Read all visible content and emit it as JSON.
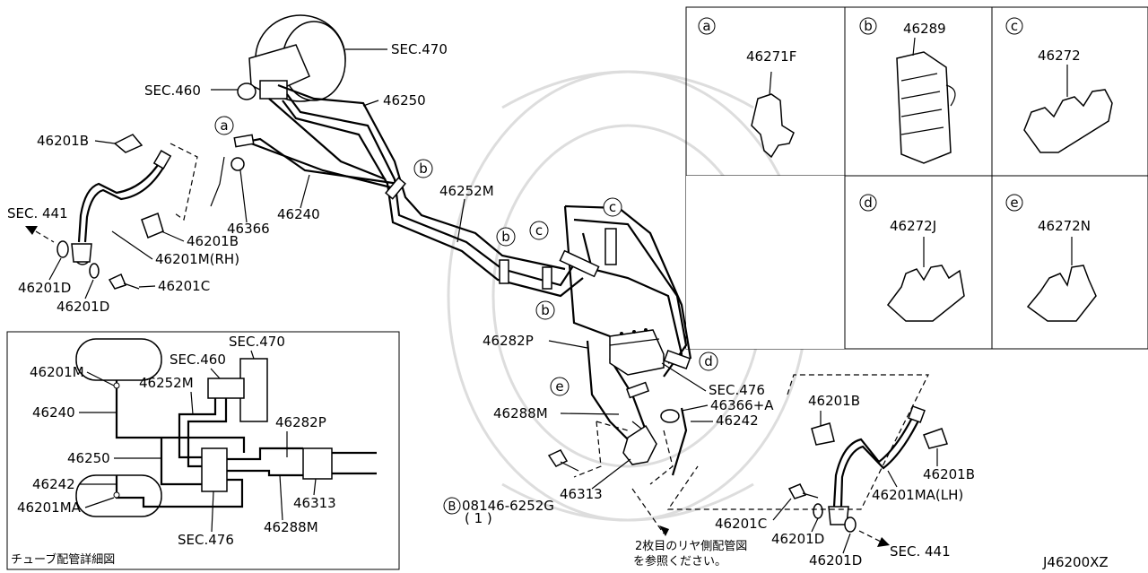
{
  "labels": {
    "sec470_top": "SEC.470",
    "sec460_top": "SEC.460",
    "p46250_top": "46250",
    "p46201B_left": "46201B",
    "sec441_left": "SEC. 441",
    "p46366": "46366",
    "p46240_top": "46240",
    "p46201B_left2": "46201B",
    "p46201M_rh": "46201M(RH)",
    "p46201D_l1": "46201D",
    "p46201C_l": "46201C",
    "p46201D_l2": "46201D",
    "p46252M_top": "46252M",
    "p46282P_main": "46282P",
    "sec476_main": "SEC.476",
    "p46366A": "46366+A",
    "p46242_main": "46242",
    "p46288M_main": "46288M",
    "p46313_main": "46313",
    "bolt": "08146-6252G",
    "bolt_qty": "( 1 )",
    "bolt_circle": "B",
    "note_line1": "2枚目のリヤ側配管図",
    "note_line2": "を参照ください。",
    "p46201B_r1": "46201B",
    "p46201B_r2": "46201B",
    "p46201MA_lh": "46201MA(LH)",
    "p46201C_r": "46201C",
    "p46201D_r1": "46201D",
    "p46201D_r2": "46201D",
    "sec441_right": "SEC. 441",
    "diagram_code": "J46200XZ",
    "inset_title": "チューブ配管詳細図",
    "inset": {
      "p46201M": "46201M",
      "sec470": "SEC.470",
      "sec460": "SEC.460",
      "p46252M": "46252M",
      "p46240": "46240",
      "p46282P": "46282P",
      "p46250": "46250",
      "p46242": "46242",
      "p46313": "46313",
      "p46201MA": "46201MA",
      "p46288M": "46288M",
      "sec476": "SEC.476"
    },
    "callouts": {
      "a": "a",
      "b": "b",
      "c": "c",
      "d": "d",
      "e": "e"
    },
    "clips": {
      "a_letter": "a",
      "a_part": "46271F",
      "b_letter": "b",
      "b_part": "46289",
      "c_letter": "c",
      "c_part": "46272",
      "d_letter": "d",
      "d_part": "46272J",
      "e_letter": "e",
      "e_part": "46272N"
    }
  }
}
